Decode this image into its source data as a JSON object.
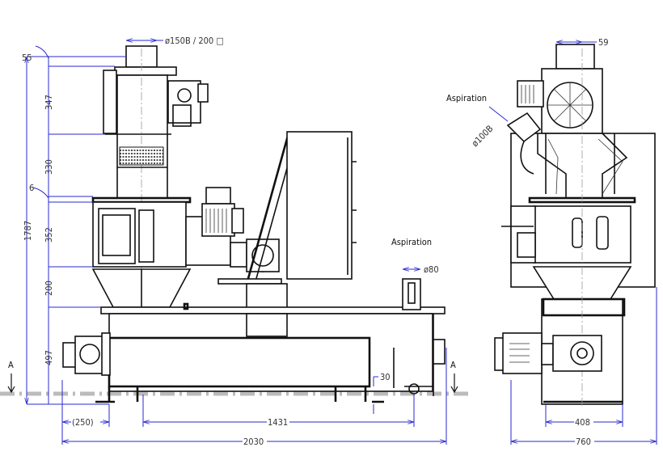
{
  "drawing": {
    "left_view": {
      "dimensions": {
        "top_offset": "55",
        "inlet_diameter": "ø150B  /  200 □",
        "upper_section": "347",
        "screen_section": "330",
        "flange_gap": "6",
        "middle_section": "352",
        "cone_section": "200",
        "base_section": "497",
        "total_height": "1787",
        "foot_height": "30",
        "motor_overhang": "(250)",
        "foot_spacing": "1431",
        "total_length": "2030"
      },
      "section_marks": [
        "A",
        "A"
      ],
      "aspiration_label": "Aspiration",
      "aspiration_diameter": "ø80"
    },
    "right_view": {
      "aspiration_label": "Aspiration",
      "aspiration_diameter": "ø100B",
      "inlet_offset": "59",
      "base_width": "408",
      "total_width": "760"
    },
    "colors": {
      "dimension": "#2a2ad0",
      "line": "#111111",
      "centerline": "#bbbbbb"
    }
  }
}
